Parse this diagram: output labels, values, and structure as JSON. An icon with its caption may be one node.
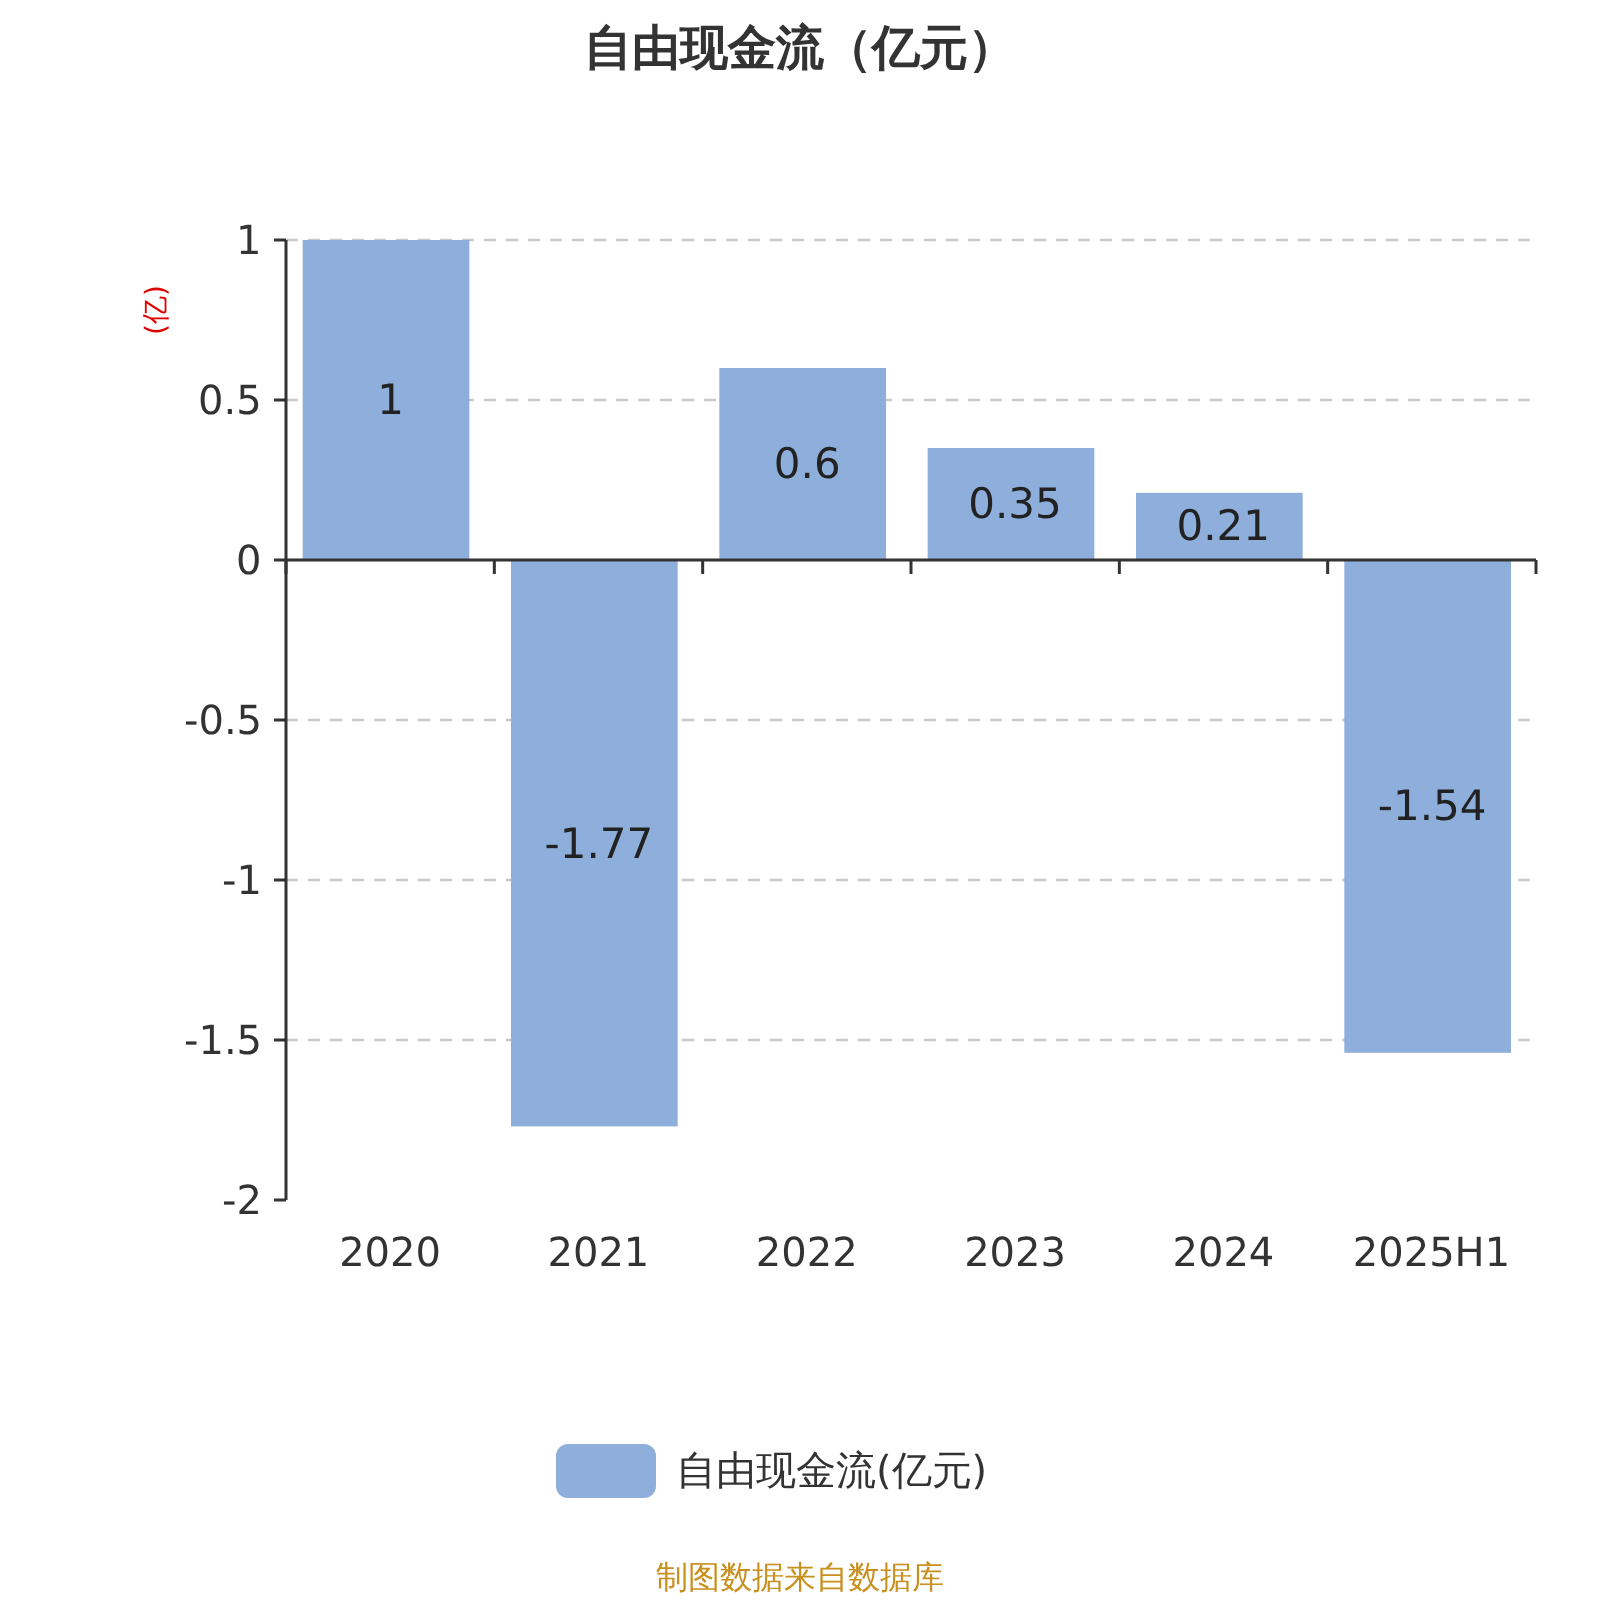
{
  "diagram": {
    "title": "自由现金流（亿元）",
    "chart_data": {
      "type": "bar",
      "ylabel": "(亿)",
      "categories": [
        "2020",
        "2021",
        "2022",
        "2023",
        "2024",
        "2025H1"
      ],
      "series": [
        {
          "color": "#8eaedb",
          "values": [
            1,
            -1.77,
            0.6,
            0.35,
            0.21,
            -1.54
          ]
        }
      ],
      "ylim": [
        -2,
        1
      ],
      "yticks": [
        -2,
        -1.5,
        -1,
        -0.5,
        0,
        0.5,
        1
      ],
      "data_labels": true,
      "grid": true
    },
    "legend": [
      {
        "text": "自由现金流(亿元)",
        "color": "#8eaedb"
      }
    ],
    "labels": [
      "制图数据来自数据库"
    ]
  }
}
